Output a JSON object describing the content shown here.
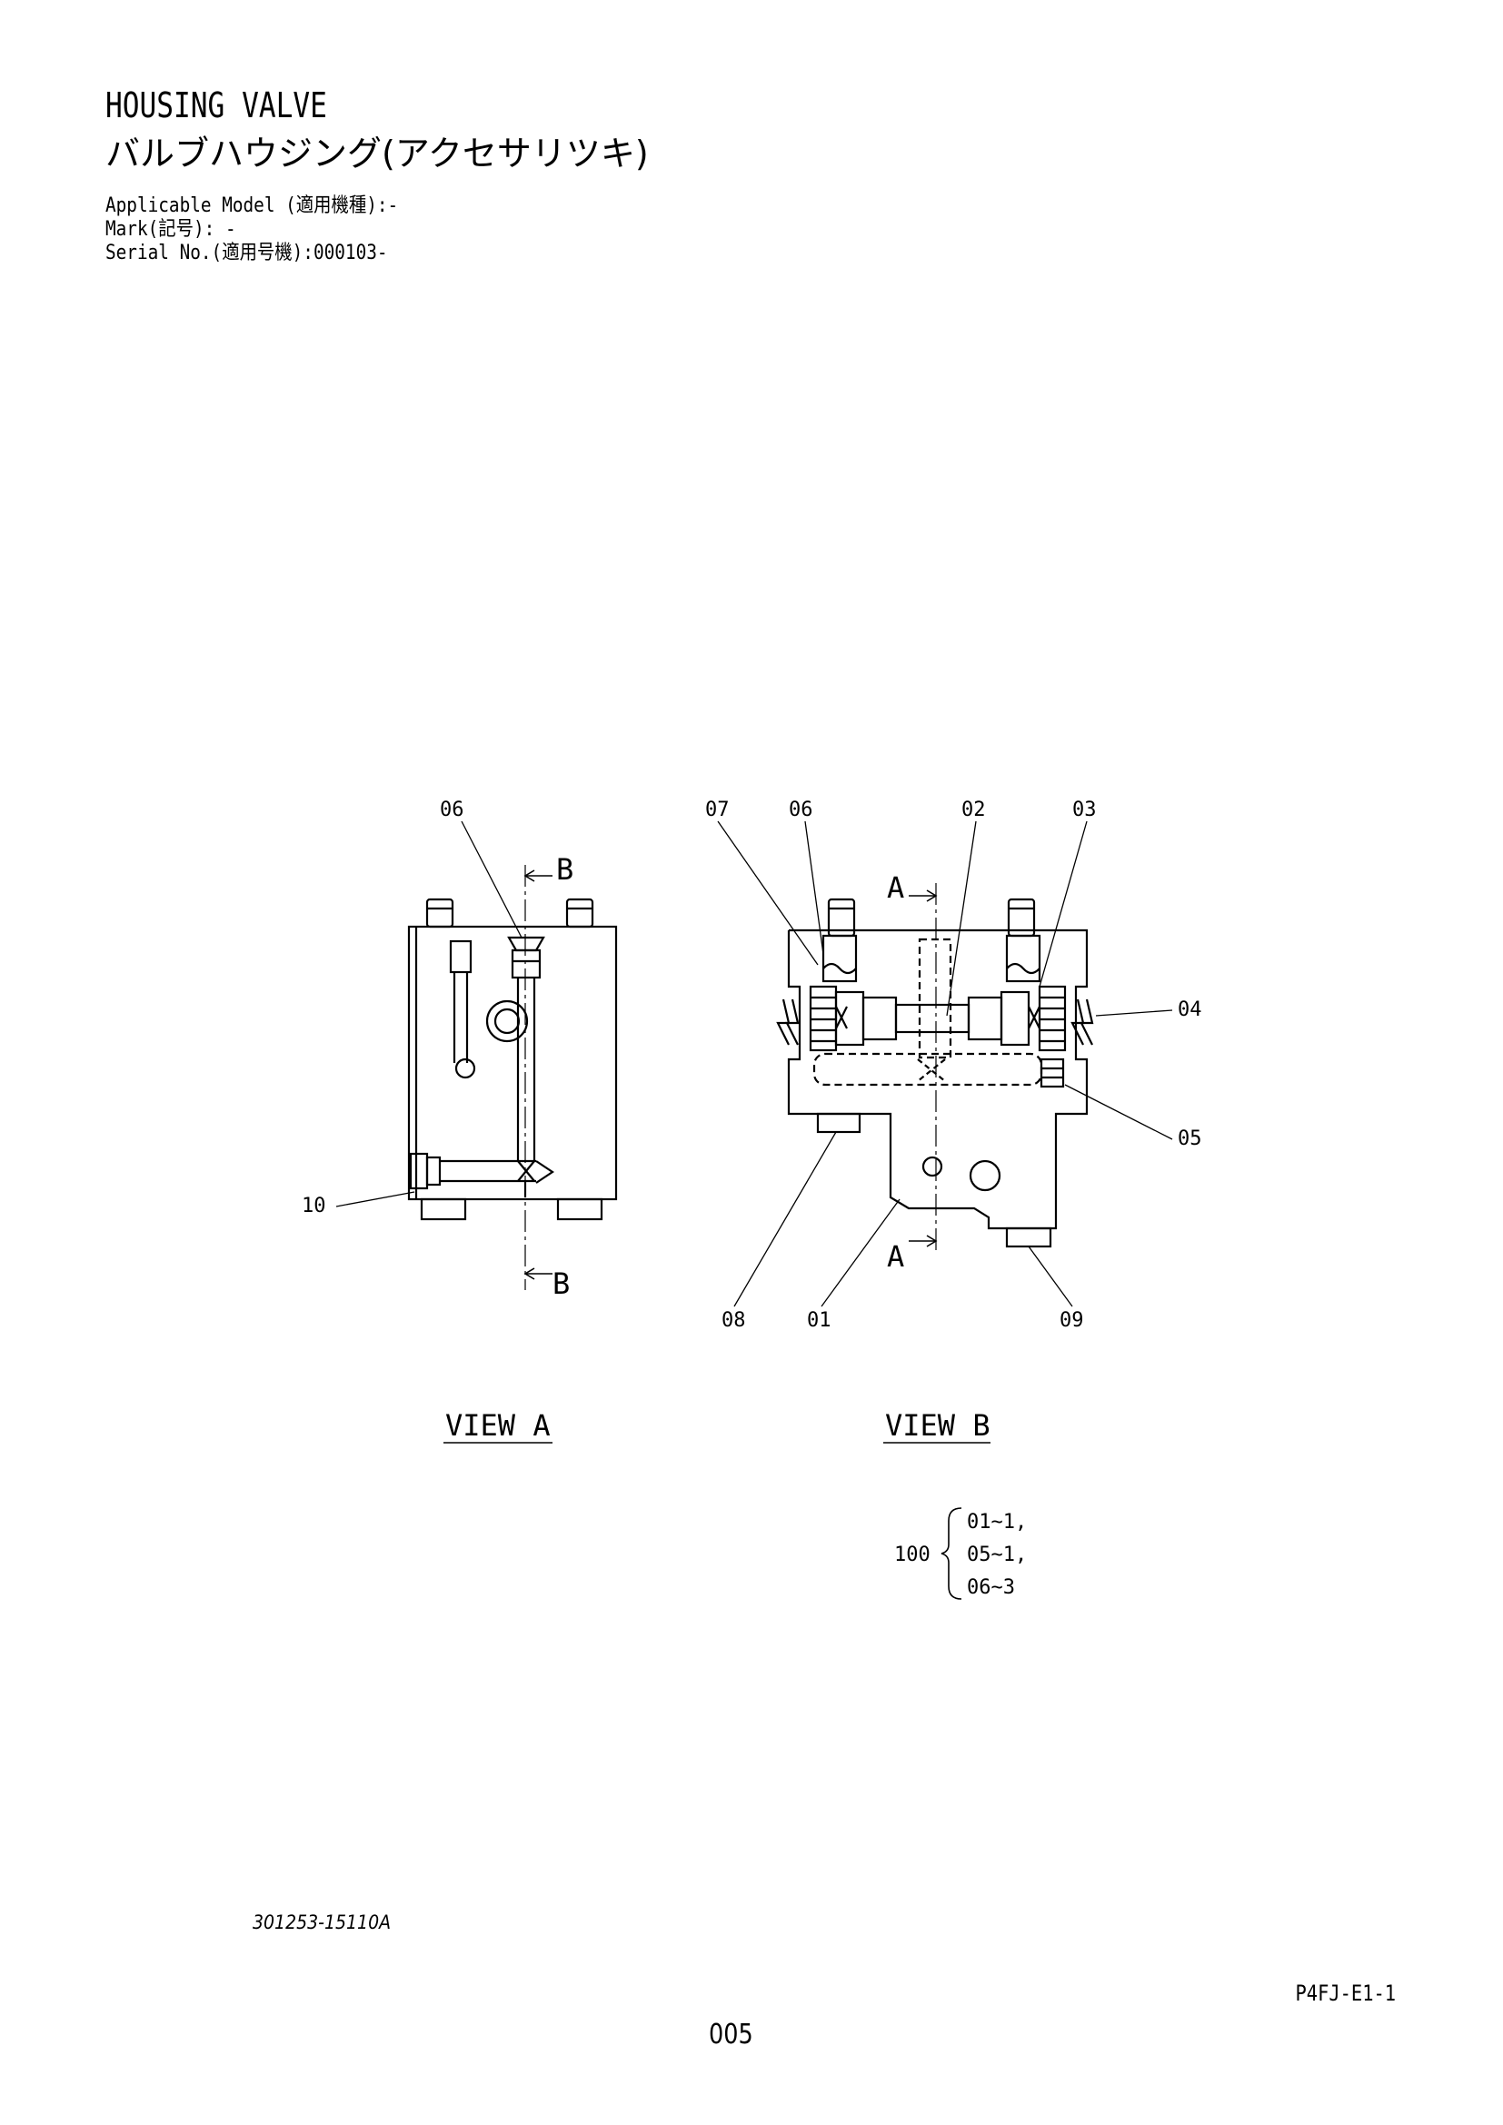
{
  "header": {
    "title_en": "HOUSING VALVE",
    "title_jp": "バルブハウジング(アクセサリツキ)",
    "applicable_model": "Applicable Model (適用機種):-",
    "mark": "Mark(記号): -",
    "serial_no": "Serial No.(適用号機):000103-"
  },
  "views": {
    "view_a": "VIEW A",
    "view_b": "VIEW B",
    "section_b": "B",
    "section_a": "A"
  },
  "callouts": {
    "c01": "01",
    "c02": "02",
    "c03": "03",
    "c04": "04",
    "c05": "05",
    "c06": "06",
    "c07": "07",
    "c08": "08",
    "c09": "09",
    "c10": "10"
  },
  "assembly": {
    "number": "100",
    "items": [
      "01~1,",
      "05~1,",
      "06~3"
    ]
  },
  "footer": {
    "document_number": "301253-15110A",
    "page_code": "P4FJ-E1-1",
    "page_number": "005"
  }
}
